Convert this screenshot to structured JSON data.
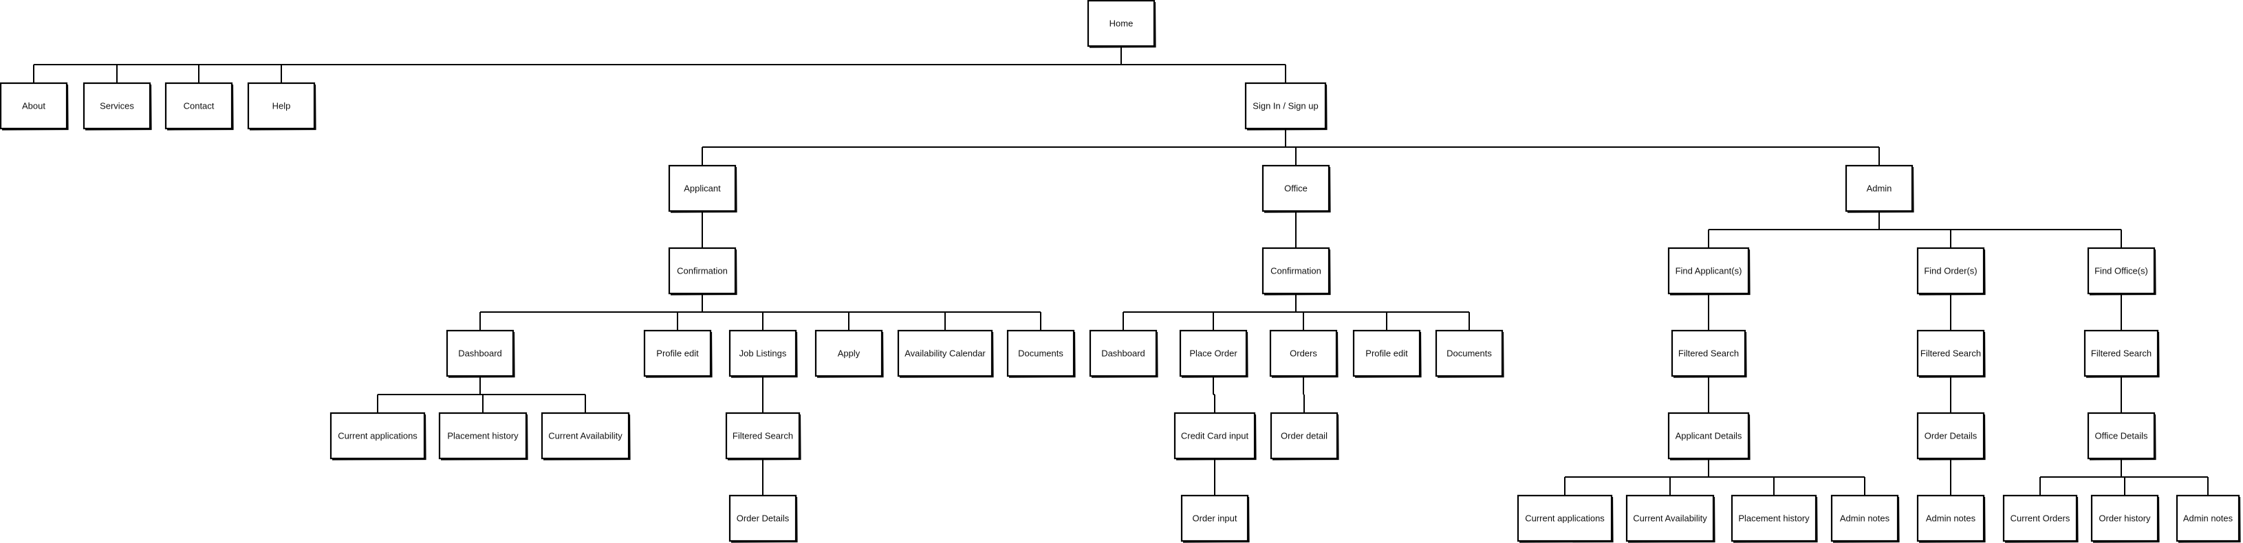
{
  "nodes": [
    {
      "id": "home",
      "label": "Home"
    },
    {
      "id": "about",
      "label": "About"
    },
    {
      "id": "services",
      "label": "Services"
    },
    {
      "id": "contact",
      "label": "Contact"
    },
    {
      "id": "help",
      "label": "Help"
    },
    {
      "id": "signin",
      "label": "Sign In / Sign up"
    },
    {
      "id": "applicant",
      "label": "Applicant"
    },
    {
      "id": "office",
      "label": "Office"
    },
    {
      "id": "admin",
      "label": "Admin"
    },
    {
      "id": "app-confirm",
      "label": "Confirmation"
    },
    {
      "id": "off-confirm",
      "label": "Confirmation"
    },
    {
      "id": "find-applicants",
      "label": "Find Applicant(s)"
    },
    {
      "id": "find-orders",
      "label": "Find Order(s)"
    },
    {
      "id": "find-offices",
      "label": "Find Office(s)"
    },
    {
      "id": "app-dashboard",
      "label": "Dashboard"
    },
    {
      "id": "app-profile-edit",
      "label": "Profile edit"
    },
    {
      "id": "app-job-listings",
      "label": "Job Listings"
    },
    {
      "id": "app-apply",
      "label": "Apply"
    },
    {
      "id": "app-availability-calendar",
      "label": "Availability Calendar"
    },
    {
      "id": "app-documents",
      "label": "Documents"
    },
    {
      "id": "off-dashboard",
      "label": "Dashboard"
    },
    {
      "id": "off-place-order",
      "label": "Place Order"
    },
    {
      "id": "off-orders",
      "label": "Orders"
    },
    {
      "id": "off-profile-edit",
      "label": "Profile edit"
    },
    {
      "id": "off-documents",
      "label": "Documents"
    },
    {
      "id": "fa-filtered-search",
      "label": "Filtered Search"
    },
    {
      "id": "fo-filtered-search",
      "label": "Filtered Search"
    },
    {
      "id": "ff-filtered-search",
      "label": "Filtered Search"
    },
    {
      "id": "app-current-applications",
      "label": "Current applications"
    },
    {
      "id": "app-placement-history",
      "label": "Placement history"
    },
    {
      "id": "app-current-availability",
      "label": "Current Availability"
    },
    {
      "id": "jl-filtered-search",
      "label": "Filtered Search"
    },
    {
      "id": "off-credit-card",
      "label": "Credit Card input"
    },
    {
      "id": "off-order-detail",
      "label": "Order detail"
    },
    {
      "id": "fa-applicant-details",
      "label": "Applicant Details"
    },
    {
      "id": "fo-order-details",
      "label": "Order Details"
    },
    {
      "id": "ff-office-details",
      "label": "Office Details"
    },
    {
      "id": "jl-order-details",
      "label": "Order Details"
    },
    {
      "id": "off-order-input",
      "label": "Order input"
    },
    {
      "id": "ad-current-applications",
      "label": "Current applications"
    },
    {
      "id": "ad-current-availability",
      "label": "Current Availability"
    },
    {
      "id": "ad-placement-history",
      "label": "Placement history"
    },
    {
      "id": "ad-admin-notes",
      "label": "Admin notes"
    },
    {
      "id": "fo-admin-notes",
      "label": "Admin notes"
    },
    {
      "id": "ff-current-orders",
      "label": "Current Orders"
    },
    {
      "id": "ff-order-history",
      "label": "Order history"
    },
    {
      "id": "ff-admin-notes",
      "label": "Admin notes"
    }
  ],
  "edges": [
    [
      "home",
      "about"
    ],
    [
      "home",
      "services"
    ],
    [
      "home",
      "contact"
    ],
    [
      "home",
      "help"
    ],
    [
      "home",
      "signin"
    ],
    [
      "signin",
      "applicant"
    ],
    [
      "signin",
      "office"
    ],
    [
      "signin",
      "admin"
    ],
    [
      "applicant",
      "app-confirm"
    ],
    [
      "office",
      "off-confirm"
    ],
    [
      "admin",
      "find-applicants"
    ],
    [
      "admin",
      "find-orders"
    ],
    [
      "admin",
      "find-offices"
    ],
    [
      "app-confirm",
      "app-dashboard"
    ],
    [
      "app-confirm",
      "app-profile-edit"
    ],
    [
      "app-confirm",
      "app-job-listings"
    ],
    [
      "app-confirm",
      "app-apply"
    ],
    [
      "app-confirm",
      "app-availability-calendar"
    ],
    [
      "app-confirm",
      "app-documents"
    ],
    [
      "off-confirm",
      "off-dashboard"
    ],
    [
      "off-confirm",
      "off-place-order"
    ],
    [
      "off-confirm",
      "off-orders"
    ],
    [
      "off-confirm",
      "off-profile-edit"
    ],
    [
      "off-confirm",
      "off-documents"
    ],
    [
      "find-applicants",
      "fa-filtered-search"
    ],
    [
      "find-orders",
      "fo-filtered-search"
    ],
    [
      "find-offices",
      "ff-filtered-search"
    ],
    [
      "app-dashboard",
      "app-current-applications"
    ],
    [
      "app-dashboard",
      "app-placement-history"
    ],
    [
      "app-dashboard",
      "app-current-availability"
    ],
    [
      "app-job-listings",
      "jl-filtered-search"
    ],
    [
      "off-place-order",
      "off-credit-card"
    ],
    [
      "off-orders",
      "off-order-detail"
    ],
    [
      "fa-filtered-search",
      "fa-applicant-details"
    ],
    [
      "fo-filtered-search",
      "fo-order-details"
    ],
    [
      "ff-filtered-search",
      "ff-office-details"
    ],
    [
      "jl-filtered-search",
      "jl-order-details"
    ],
    [
      "off-credit-card",
      "off-order-input"
    ],
    [
      "fa-applicant-details",
      "ad-current-applications"
    ],
    [
      "fa-applicant-details",
      "ad-current-availability"
    ],
    [
      "fa-applicant-details",
      "ad-placement-history"
    ],
    [
      "fa-applicant-details",
      "ad-admin-notes"
    ],
    [
      "fo-order-details",
      "fo-admin-notes"
    ],
    [
      "ff-office-details",
      "ff-current-orders"
    ],
    [
      "ff-office-details",
      "ff-order-history"
    ],
    [
      "ff-office-details",
      "ff-admin-notes"
    ]
  ]
}
